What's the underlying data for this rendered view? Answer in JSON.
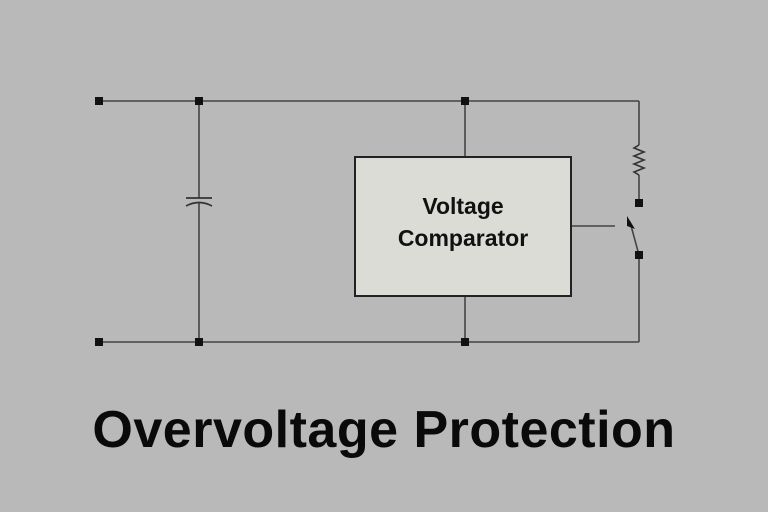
{
  "diagram": {
    "title": "Overvoltage Protection",
    "comparator": {
      "line1": "Voltage",
      "line2": "Comparator"
    },
    "components": [
      "capacitor-icon",
      "resistor-icon",
      "switch-icon",
      "voltage-comparator-block"
    ],
    "colors": {
      "background": "#b9b9b9",
      "wire": "#444444",
      "box_fill": "#dcdcd6"
    }
  }
}
